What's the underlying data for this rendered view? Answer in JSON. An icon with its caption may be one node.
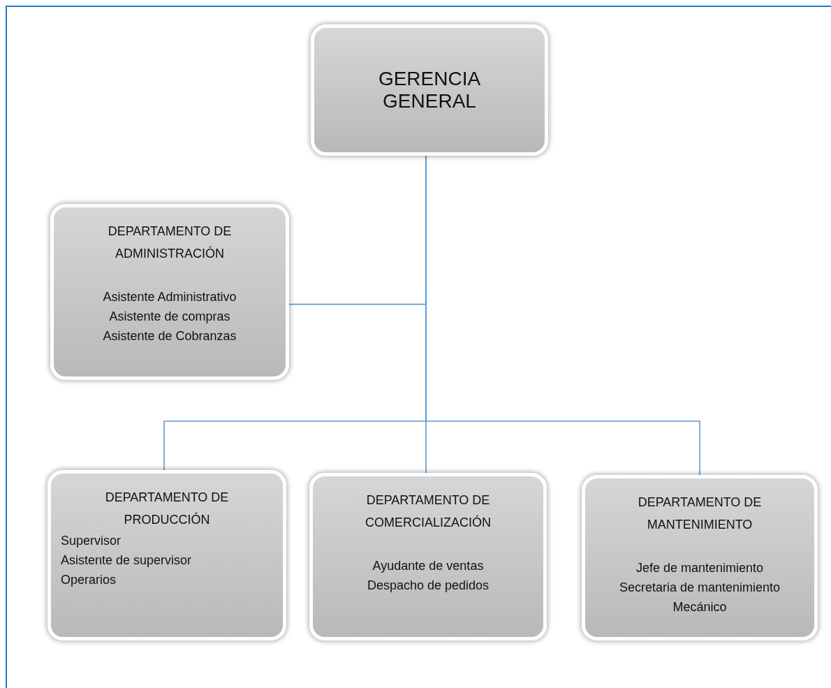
{
  "diagram": {
    "nodes": [
      {
        "text": [
          "GERENCIA GENERAL"
        ]
      },
      {
        "text": [
          "DEPARTAMENTO DE ADMINISTRACIÓN",
          "Asistente Administrativo",
          "Asistente de compras",
          "Asistente de Cobranzas"
        ]
      },
      {
        "text": [
          "DEPARTAMENTO DE PRODUCCIÓN",
          "Supervisor",
          "Asistente de supervisor",
          "Operarios"
        ]
      },
      {
        "text": [
          "DEPARTAMENTO DE COMERCIALIZACIÓN",
          "Ayudante de ventas",
          "Despacho de pedidos"
        ]
      },
      {
        "text": [
          "DEPARTAMENTO DE MANTENIMIENTO",
          "Jefe de mantenimiento",
          "Secretaria de mantenimiento",
          "Mecánico"
        ]
      }
    ],
    "edges": [
      {
        "from": 0,
        "to": 1,
        "arrow": "none"
      },
      {
        "from": 0,
        "to": 2,
        "arrow": "none"
      },
      {
        "from": 0,
        "to": 3,
        "arrow": "none"
      },
      {
        "from": 0,
        "to": 4,
        "arrow": "none"
      }
    ]
  }
}
